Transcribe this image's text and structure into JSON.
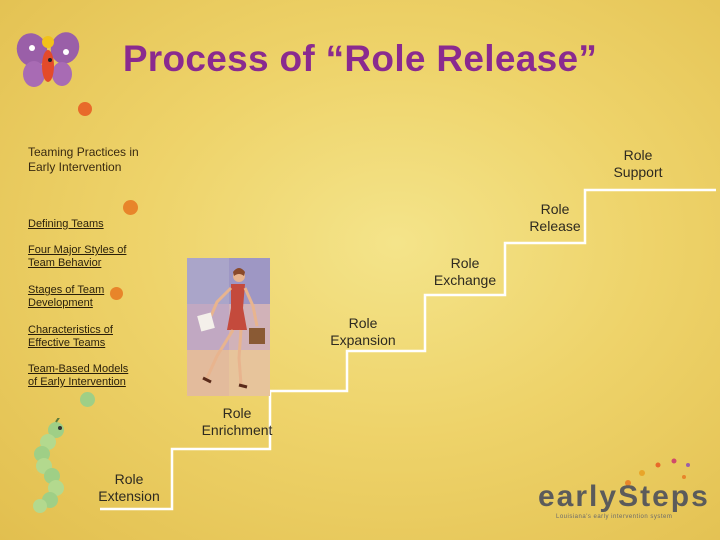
{
  "slide": {
    "title": "Process of “Role Release”",
    "heading": "Teaming Practices in Early Intervention"
  },
  "nav_links": [
    "Defining Teams",
    "Four Major Styles of Team Behavior",
    "Stages of Team Development",
    "Characteristics of Effective Teams",
    "Team-Based Models of Early Intervention"
  ],
  "steps": [
    "Role Extension",
    "Role Enrichment",
    "Role Expansion",
    "Role Exchange",
    "Role Release",
    "Role Support"
  ],
  "logo": {
    "text": "earlySteps",
    "tagline": "Louisiana's early intervention system"
  },
  "colors": {
    "title": "#8a2a8f",
    "staircase": "#ffffff",
    "accent_orange": "#e86a2a"
  }
}
